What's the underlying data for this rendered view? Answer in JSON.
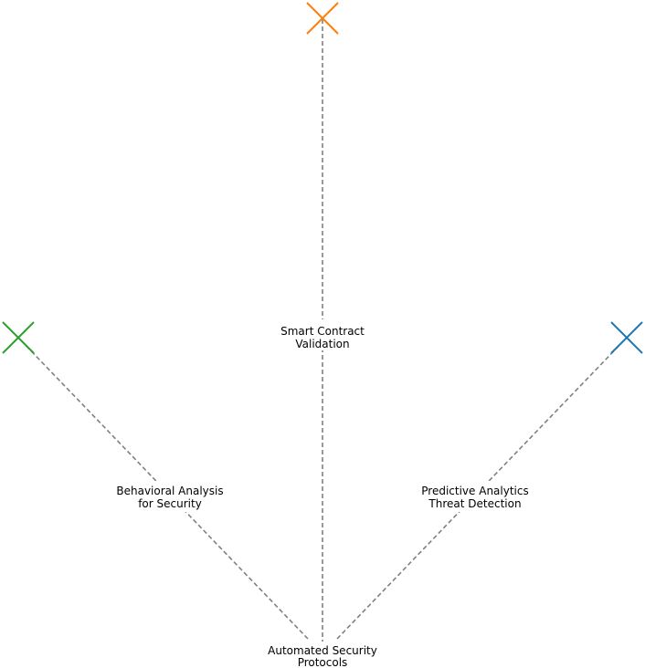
{
  "diagram": {
    "edges": [
      {
        "from": "root",
        "to": "validation"
      },
      {
        "from": "root",
        "to": "behavioral"
      },
      {
        "from": "root",
        "to": "predictive"
      }
    ],
    "nodes": {
      "root": {
        "lines": [
          "Automated Security",
          "Protocols"
        ]
      },
      "validation": {
        "lines": [
          "Smart Contract",
          "Validation"
        ],
        "marker_color": "#ff7f0e"
      },
      "behavioral": {
        "lines": [
          "Behavioral Analysis",
          "for Security"
        ],
        "marker_color": "#2ca02c"
      },
      "predictive": {
        "lines": [
          "Predictive Analytics",
          "Threat Detection"
        ],
        "marker_color": "#1f77b4"
      }
    }
  }
}
